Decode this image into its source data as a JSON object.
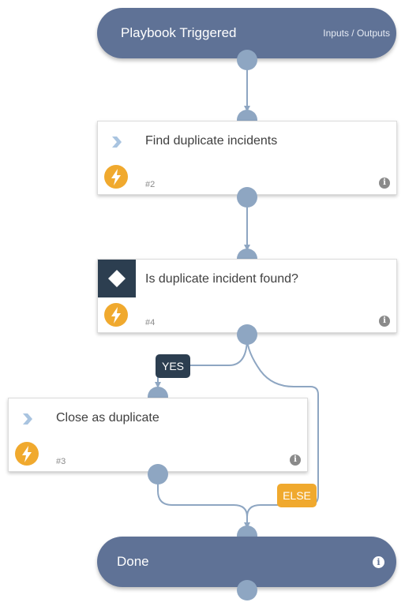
{
  "start": {
    "title": "Playbook Triggered",
    "io_link": "Inputs / Outputs"
  },
  "tasks": [
    {
      "label": "Find duplicate incidents",
      "number": "#2",
      "icon": "chevron-right-icon",
      "automation_icon": "lightning-bolt-icon"
    },
    {
      "label": "Is duplicate incident found?",
      "number": "#4",
      "icon": "condition-diamond-icon",
      "automation_icon": "lightning-bolt-icon"
    },
    {
      "label": "Close as duplicate",
      "number": "#3",
      "icon": "chevron-right-icon",
      "automation_icon": "lightning-bolt-icon"
    }
  ],
  "branches": {
    "yes": "YES",
    "else": "ELSE"
  },
  "end": {
    "title": "Done"
  },
  "colors": {
    "pill": "#5f7296",
    "port": "#8ea6c2",
    "connector": "#8ea6c2",
    "condition_block": "#2c3e50",
    "automation": "#f0a92e",
    "yes_tag": "#2c3e50",
    "else_tag": "#f0a92e"
  }
}
